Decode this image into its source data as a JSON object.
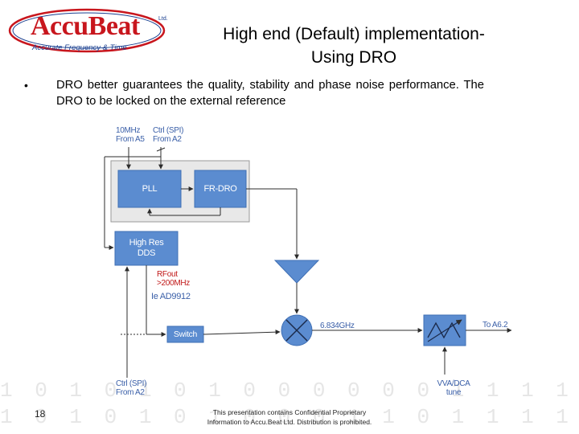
{
  "logo": {
    "name": "AccuBeat",
    "ltd": "Ltd.",
    "tagline": "Accurate Frequency & Time",
    "primary_color": "#c8161d",
    "secondary_color": "#1a3f8f"
  },
  "title": {
    "line1": "High end (Default) implementation-",
    "line2": "Using DRO"
  },
  "bullet": {
    "symbol": "•",
    "text": "DRO better guarantees the quality, stability and phase noise performance. The DRO to be locked on the external reference"
  },
  "diagram": {
    "labels": {
      "ref_in_line1": "10MHz",
      "ref_in_line2": "From A5",
      "ctrl_top_line1": "Ctrl (SPI)",
      "ctrl_top_line2": "From A2",
      "rfout_line1": "RFout",
      "rfout_line2": ">200MHz",
      "dds_part": "Ie AD9912",
      "freq": "6.834GHz",
      "to_output": "To A6.2",
      "ctrl_bottom_line1": "Ctrl (SPI)",
      "ctrl_bottom_line2": "From A2",
      "vva_line1": "VVA/DCA",
      "vva_line2": "tune"
    },
    "blocks": {
      "pll": "PLL",
      "frdro": "FR-DRO",
      "dds_line1": "High Res",
      "dds_line2": "DDS",
      "switch": "Switch"
    },
    "colors": {
      "block_fill": "#5b8cd0",
      "block_border": "#3f6fb5",
      "group_fill": "#e8e8e8",
      "line": "#2c2c2c",
      "label_blue": "#3a5fa8",
      "label_red": "#c01818"
    }
  },
  "footer": {
    "page_number": "18",
    "line1": "This presentation contains Confidential Proprietary",
    "line2": "Information to Accu.Beat Ltd. Distribution is prohibited."
  }
}
